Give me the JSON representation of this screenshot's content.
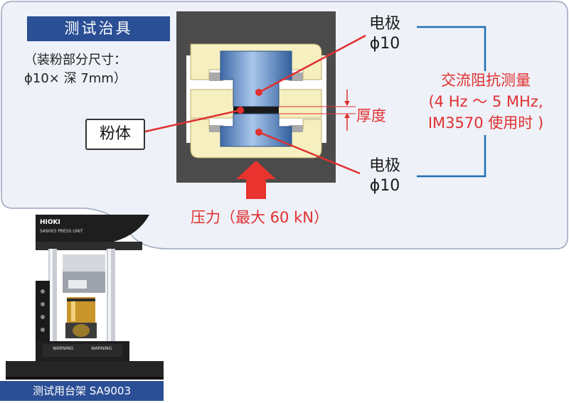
{
  "fixture": {
    "title": "测试治具",
    "note_line1": "（装粉部分尺寸：",
    "note_line2": "ϕ10× 深 7mm）"
  },
  "electrode_top": {
    "line1": "电极",
    "line2": "ϕ10"
  },
  "electrode_bottom": {
    "line1": "电极",
    "line2": "ϕ10"
  },
  "thickness_label": "厚度",
  "powder_label": "粉体",
  "pressure_label": "压力（最大 60 kN）",
  "measurement": {
    "line1": "交流阻抗测量",
    "line2": "(4 Hz ～ 5 MHz,",
    "line3": "IM3570 使用时 )"
  },
  "stand": {
    "label": "测试用台架 SA9003",
    "brand": "HIOKI",
    "model": "SA9003 PRESS UNIT",
    "warning1": "WARNING",
    "warning2": "WARNING"
  },
  "colors": {
    "accent_blue": "#2b4f95",
    "line_blue": "#1f6fb5",
    "red": "#e03030",
    "bubble_bg": "#eef1f7"
  }
}
